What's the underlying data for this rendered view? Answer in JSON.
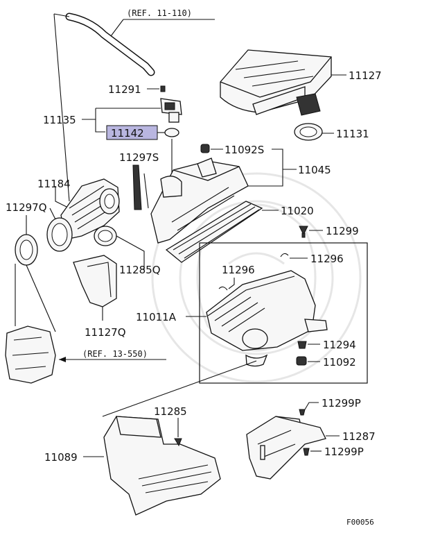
{
  "diagram": {
    "highlight_color": "#b9b6e0",
    "labels": {
      "p11127": "11127",
      "p11131": "11131",
      "p11291": "11291",
      "p11135": "11135",
      "p11142": "11142",
      "p11092S": "11092S",
      "p11045": "11045",
      "p11297S": "11297S",
      "p11184": "11184",
      "p11297Q": "11297Q",
      "p11020": "11020",
      "p11299": "11299",
      "p11296a": "11296",
      "p11296b": "11296",
      "p11285Q": "11285Q",
      "p11011A": "11011A",
      "p11127Q": "11127Q",
      "p11294": "11294",
      "p11092": "11092",
      "p11299Pa": "11299P",
      "p11285": "11285",
      "p11287": "11287",
      "p11089": "11089",
      "p11299Pb": "11299P"
    },
    "refs": {
      "ref_top": "(REF. 11-110)",
      "ref_left": "(REF. 13-550)"
    },
    "figure_code": "F00056"
  }
}
